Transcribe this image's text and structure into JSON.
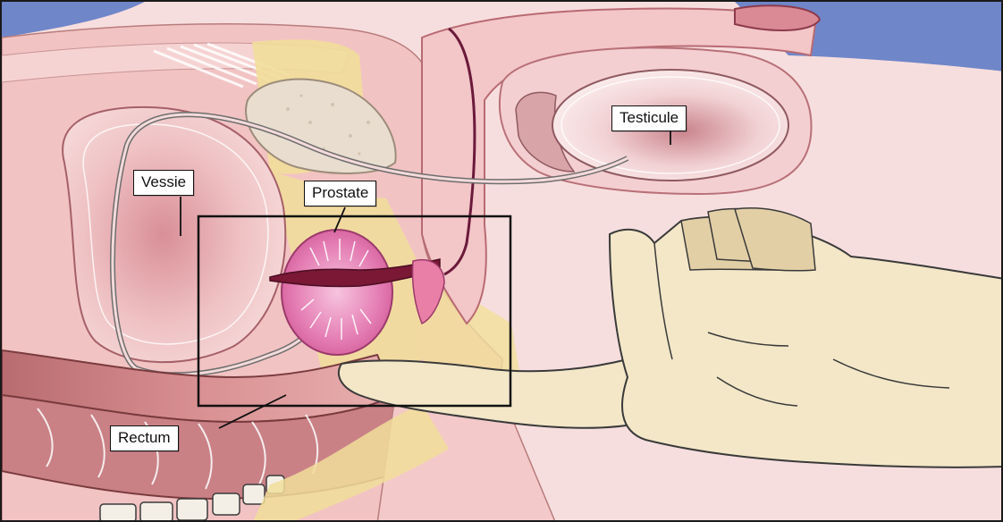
{
  "labels": {
    "vessie": "Vessie",
    "prostate": "Prostate",
    "testicule": "Testicule",
    "rectum": "Rectum"
  },
  "colors": {
    "background_skin": "#f7dede",
    "sky": "#6f86c9",
    "tissue": "#f0b8b8",
    "fat": "#f1de9a",
    "prostate": "#e67fb0",
    "bone": "#e8ddcf",
    "glove": "#f3e7c8",
    "outline": "#1a1a1a"
  }
}
